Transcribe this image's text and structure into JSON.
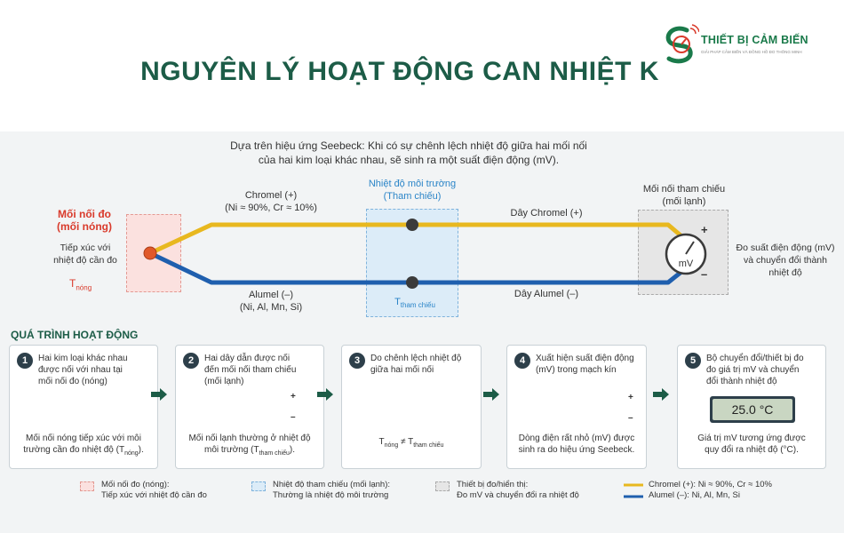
{
  "brand": {
    "name": "THIẾT BỊ CẢM BIẾN",
    "tagline": "GIẢI PHÁP CẢM BIẾN VÀ ĐỒNG HỒ ĐO THÔNG MINH"
  },
  "title": "NGUYÊN LÝ HOẠT ĐỘNG CAN NHIỆT K",
  "intro": {
    "line1": "Dựa trên hiệu ứng Seebeck: Khi có sự chênh lệch nhiệt độ giữa hai mối nối",
    "line2": "của hai kim loại khác nhau, sẽ sinh ra một suất điện động (mV)."
  },
  "diagram": {
    "hot": {
      "title1": "Mối nối đo",
      "title2": "(mối nóng)",
      "desc1": "Tiếp xúc với",
      "desc2": "nhiệt độ cần đo",
      "t": "T",
      "t_sub": "nóng"
    },
    "chromel": {
      "label1": "Chromel (+)",
      "label2": "(Ni ≈ 90%, Cr ≈ 10%)",
      "wire": "Dây Chromel (+)"
    },
    "alumel": {
      "label1": "Alumel (–)",
      "label2": "(Ni, Al, Mn, Si)",
      "wire": "Dây Alumel (–)"
    },
    "ref": {
      "label1": "Nhiệt độ môi trường",
      "label2": "(Tham chiếu)",
      "t": "T",
      "t_sub": "tham chiếu"
    },
    "cold": {
      "label1": "Mối nối tham chiếu",
      "label2": "(mối lạnh)"
    },
    "meter": {
      "unit": "mV",
      "plus": "+",
      "minus": "–"
    },
    "output": {
      "line1": "Đo suất điện động (mV)",
      "line2": "và chuyển đổi thành",
      "line3": "nhiệt độ"
    }
  },
  "process": {
    "heading": "QUÁ TRÌNH HOẠT ĐỘNG",
    "steps": [
      {
        "num": "1",
        "text": [
          "Hai kim loại khác nhau",
          "được nối với nhau tại",
          "mối nối đo (nóng)"
        ],
        "bottom": [
          "Mối nối nóng tiếp xúc với môi",
          "trường cần đo nhiệt độ (T",
          "nóng",
          ")."
        ]
      },
      {
        "num": "2",
        "text": [
          "Hai dây dẫn được nối",
          "đến mối nối tham chiếu",
          "(mối lạnh)"
        ],
        "bottom": [
          "Mối nối lạnh thường ở nhiệt độ",
          "môi trường (T",
          "tham chiếu",
          ")."
        ]
      },
      {
        "num": "3",
        "text": [
          "Do chênh lệch nhiệt độ",
          "giữa hai mối nối"
        ],
        "bottom": [
          "T",
          "nóng",
          " ≠ T",
          "tham chiếu"
        ]
      },
      {
        "num": "4",
        "text": [
          "Xuất hiện suất điện động",
          "(mV) trong mạch kín"
        ],
        "bottom": [
          "Dòng điện rất nhỏ (mV) được",
          "sinh ra do hiệu ứng Seebeck."
        ]
      },
      {
        "num": "5",
        "text": [
          "Bộ chuyển đổi/thiết bị đo",
          "đo giá trị mV và chuyển",
          "đổi thành nhiệt độ"
        ],
        "display": "25.0 °C",
        "bottom": [
          "Giá trị mV tương ứng được",
          "quy đổi ra nhiệt độ (°C)."
        ]
      }
    ]
  },
  "legend": [
    {
      "l1": "Mối nối đo (nóng):",
      "l2": "Tiếp xúc với nhiệt độ cần đo"
    },
    {
      "l1": "Nhiệt độ tham chiếu (mối lạnh):",
      "l2": "Thường là nhiệt độ môi trường"
    },
    {
      "l1": "Thiết bị đo/hiển thị:",
      "l2": "Đo mV và chuyển đổi ra nhiệt độ"
    },
    {
      "l1": "Chromel (+): Ni ≈ 90%, Cr ≈ 10%",
      "l2": "Alumel (–): Ni, Al, Mn, Si"
    }
  ],
  "colors": {
    "chromel": "#e8b81f",
    "alumel": "#1f5fae",
    "hot": "#e0592a",
    "title": "#1c5c47",
    "accent_red": "#d93a2b",
    "accent_blue": "#2b85c8"
  }
}
